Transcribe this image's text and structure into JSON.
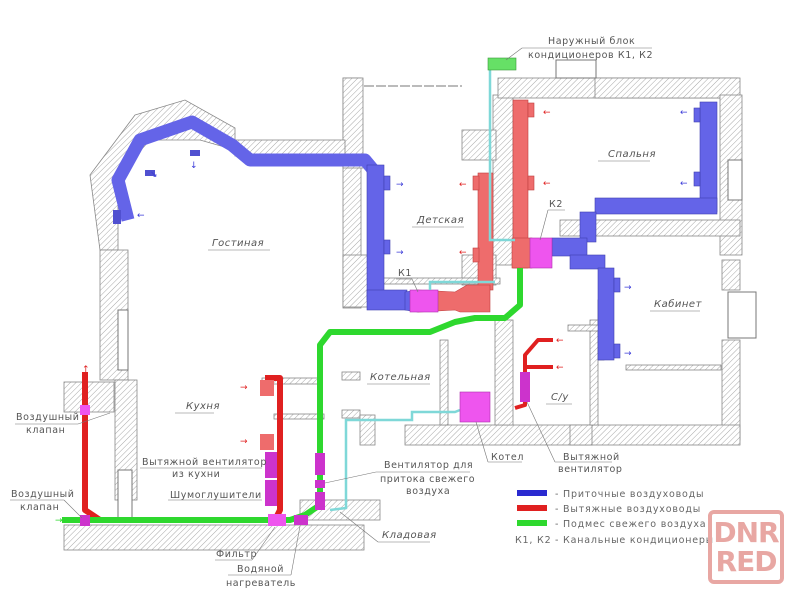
{
  "rooms": {
    "living": "Гостиная",
    "nursery": "Детская",
    "bedroom": "Спальня",
    "study": "Кабинет",
    "kitchen": "Кухня",
    "boiler_room": "Котельная",
    "bathroom": "С/у",
    "storage": "Кладовая"
  },
  "labels": {
    "outdoor_unit_line1": "Наружный блок",
    "outdoor_unit_line2": "кондиционеров К1, К2",
    "k1": "К1",
    "k2": "К2",
    "air_valve_top_line1": "Воздушный",
    "air_valve_top_line2": "клапан",
    "air_valve_bottom_line1": "Воздушный",
    "air_valve_bottom_line2": "клапан",
    "kitchen_fan_line1": "Вытяжной вентилятор",
    "kitchen_fan_line2": "из кухни",
    "silencers": "Шумоглушители",
    "filter": "Фильтр",
    "heater_line1": "Водяной",
    "heater_line2": "нагреватель",
    "supply_fan_line1": "Вентилятор для",
    "supply_fan_line2": "притока свежего",
    "supply_fan_line3": "воздуха",
    "boiler": "Котел",
    "exhaust_fan_line1": "Вытяжной",
    "exhaust_fan_line2": "вентилятор"
  },
  "legend": {
    "items": [
      {
        "swatch": "supply",
        "color": "#3a3ad8",
        "text": "- Приточные воздуховоды"
      },
      {
        "swatch": "exhaust",
        "color": "#e02020",
        "text": "- Вытяжные воздуховоды"
      },
      {
        "swatch": "fresh",
        "color": "#2ed82e",
        "text": "- Подмес свежего воздуха"
      }
    ],
    "note_key": "К1, К2",
    "note_text": "- Канальные кондиционеры"
  },
  "colors": {
    "supply_duct": "#6464e8",
    "exhaust_duct": "#ee6c6c",
    "fresh_air": "#44e044",
    "equipment": "#ee55ee",
    "refrigerant": "#7fd8d8",
    "wall_hatch": "#9a9a9a"
  },
  "watermark": {
    "line1": "DNR",
    "line2": "RED"
  }
}
